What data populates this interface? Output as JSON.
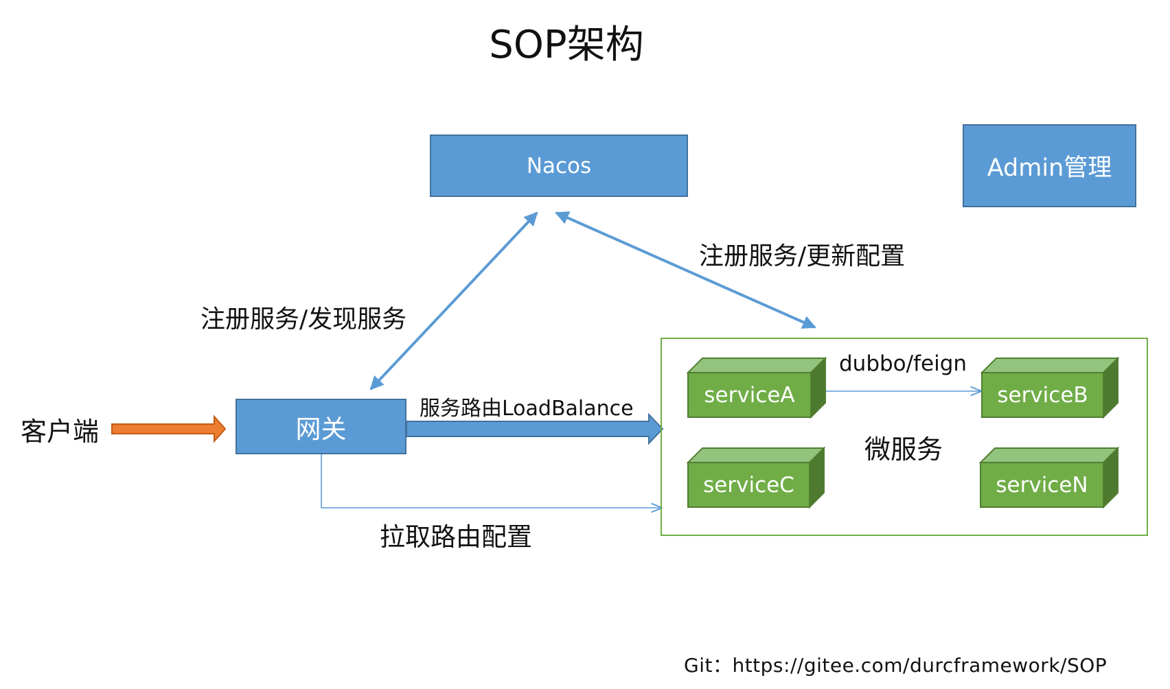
{
  "title": "SOP架构",
  "nodes": {
    "nacos": "Nacos",
    "admin": "Admin管理",
    "gateway": "网关",
    "client": "客户端",
    "microservices": "微服务"
  },
  "services": [
    "serviceA",
    "serviceB",
    "serviceC",
    "serviceN"
  ],
  "edges": {
    "gateway_nacos": "注册服务/发现服务",
    "nacos_services": "注册服务/更新配置",
    "route_lb": "服务路由LoadBalance",
    "pull_route": "拉取路由配置",
    "dubbo_feign": "dubbo/feign"
  },
  "footer": "Git：https://gitee.com/durcframework/SOP",
  "colors": {
    "blue_box": "#5b9bd5",
    "blue_border": "#41719c",
    "green_box": "#70ad47",
    "orange_arrow": "#ed7d31"
  }
}
